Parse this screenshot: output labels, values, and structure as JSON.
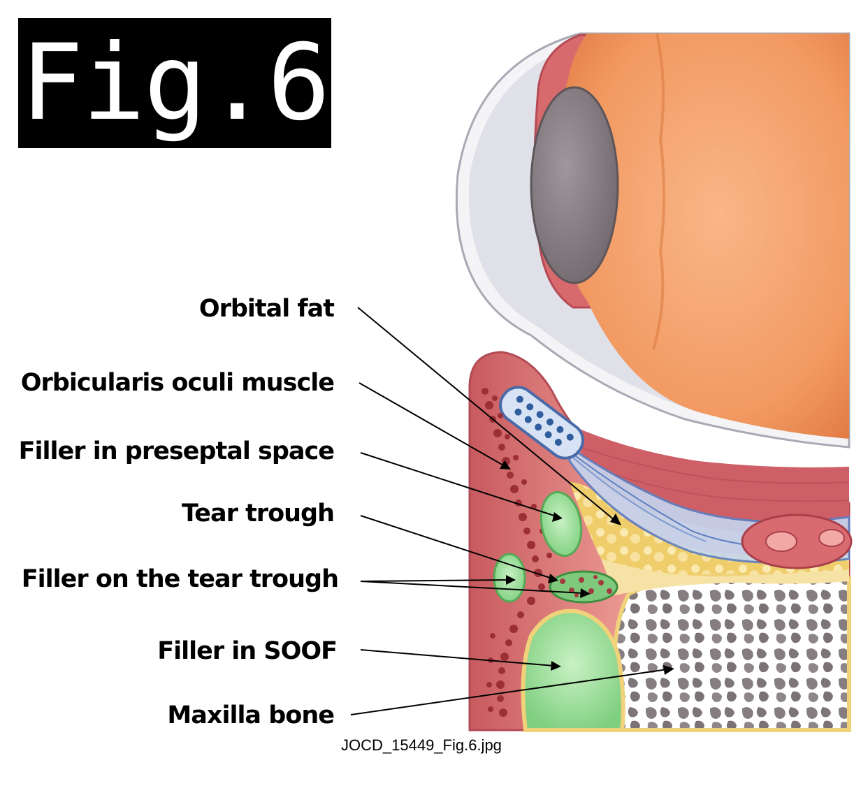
{
  "figure": {
    "badge": "Fig.6",
    "caption": "JOCD_15449_Fig.6.jpg"
  },
  "labels": {
    "orbital_fat": "Orbital fat",
    "orbicularis_oculi_muscle": "Orbicularis oculi muscle",
    "filler_preseptal_space": "Filler in preseptal space",
    "tear_trough": "Tear trough",
    "filler_on_tear_trough": "Filler on the tear trough",
    "filler_in_soof": "Filler in SOOF",
    "maxilla_bone": "Maxilla bone"
  },
  "colors": {
    "eyeball_orange": "#f2a16d",
    "skin_pink": "#e98f87",
    "muscle_red": "#d5626a",
    "filler_green": "#8fd88e",
    "fat_yellow": "#f0cf6b",
    "bone_gray": "#8a8182",
    "lens_gray": "#8c8489",
    "septum_blue": "#5b7fc1"
  }
}
